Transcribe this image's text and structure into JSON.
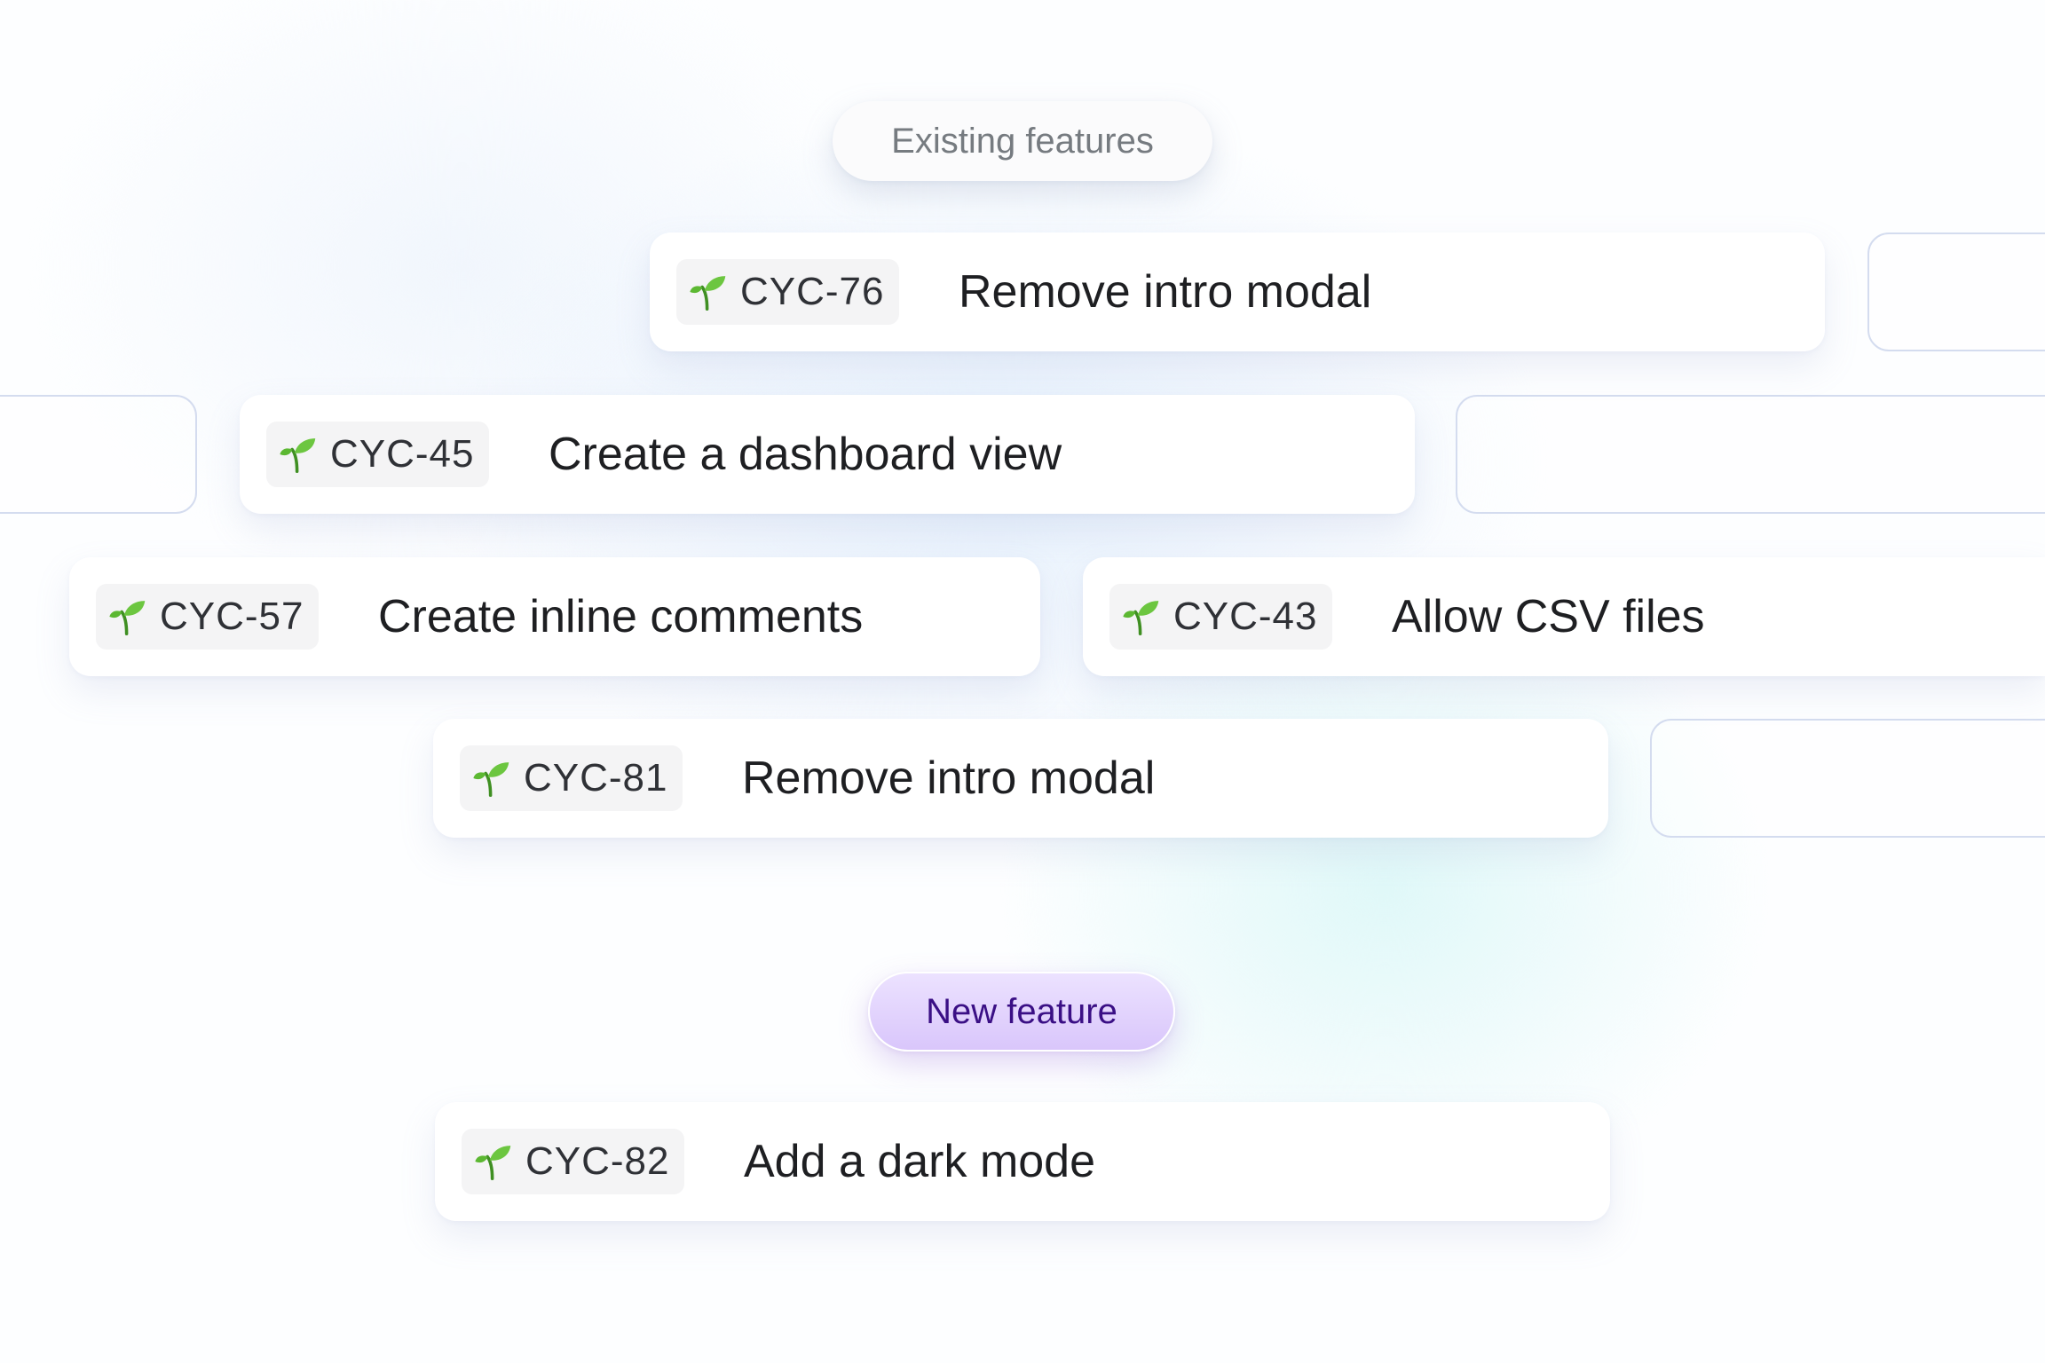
{
  "labels": {
    "existing": "Existing features",
    "new": "New feature"
  },
  "cards": [
    {
      "id": "CYC-76",
      "title": "Remove intro modal",
      "icon": "seedling-icon"
    },
    {
      "id": "CYC-45",
      "title": "Create a dashboard view",
      "icon": "seedling-icon"
    },
    {
      "id": "CYC-57",
      "title": "Create inline comments",
      "icon": "seedling-icon"
    },
    {
      "id": "CYC-43",
      "title": "Allow CSV files",
      "icon": "seedling-icon"
    },
    {
      "id": "CYC-81",
      "title": "Remove intro modal",
      "icon": "seedling-icon"
    },
    {
      "id": "CYC-82",
      "title": "Add a dark mode",
      "icon": "seedling-icon"
    }
  ],
  "colors": {
    "new_feature_bg": "#d9c6fb",
    "new_feature_text": "#3a0f85",
    "seedling_green": "#5cb832",
    "ghost_border": "#d4dcef"
  }
}
